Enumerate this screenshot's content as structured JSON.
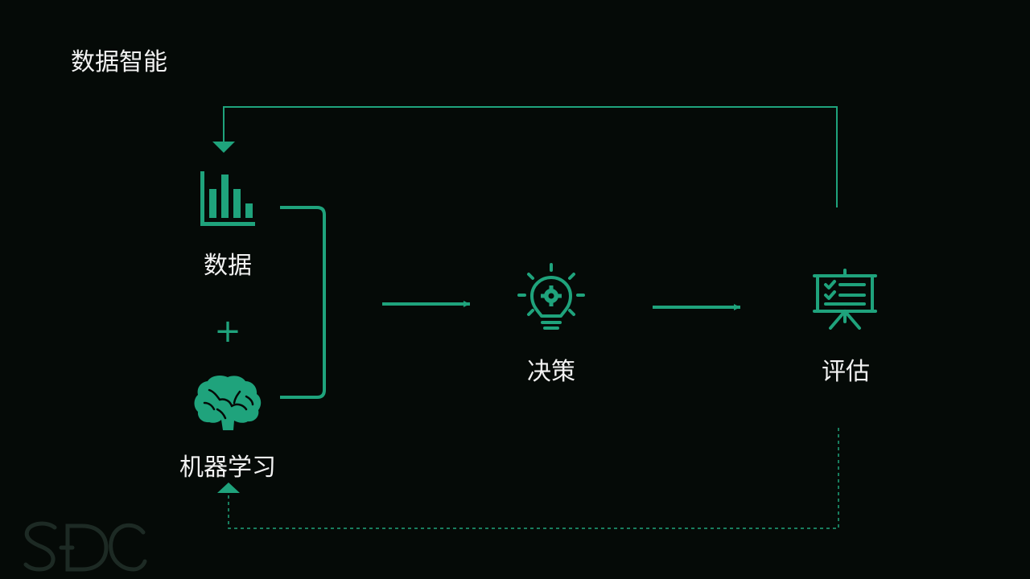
{
  "title": "数据智能",
  "nodes": {
    "data": {
      "label": "数据",
      "icon": "bar-chart-icon"
    },
    "plus": "+",
    "ml": {
      "label": "机器学习",
      "icon": "brain-icon"
    },
    "decision": {
      "label": "决策",
      "icon": "lightbulb-gear-icon"
    },
    "evaluation": {
      "label": "评估",
      "icon": "presentation-board-icon"
    }
  },
  "logo": {
    "text": "SDC",
    "icon": "sdc-logo"
  },
  "colors": {
    "accent": "#1fa37c",
    "background": "#050a07",
    "text": "#f2f2f2",
    "logo": "#1d2a24"
  }
}
